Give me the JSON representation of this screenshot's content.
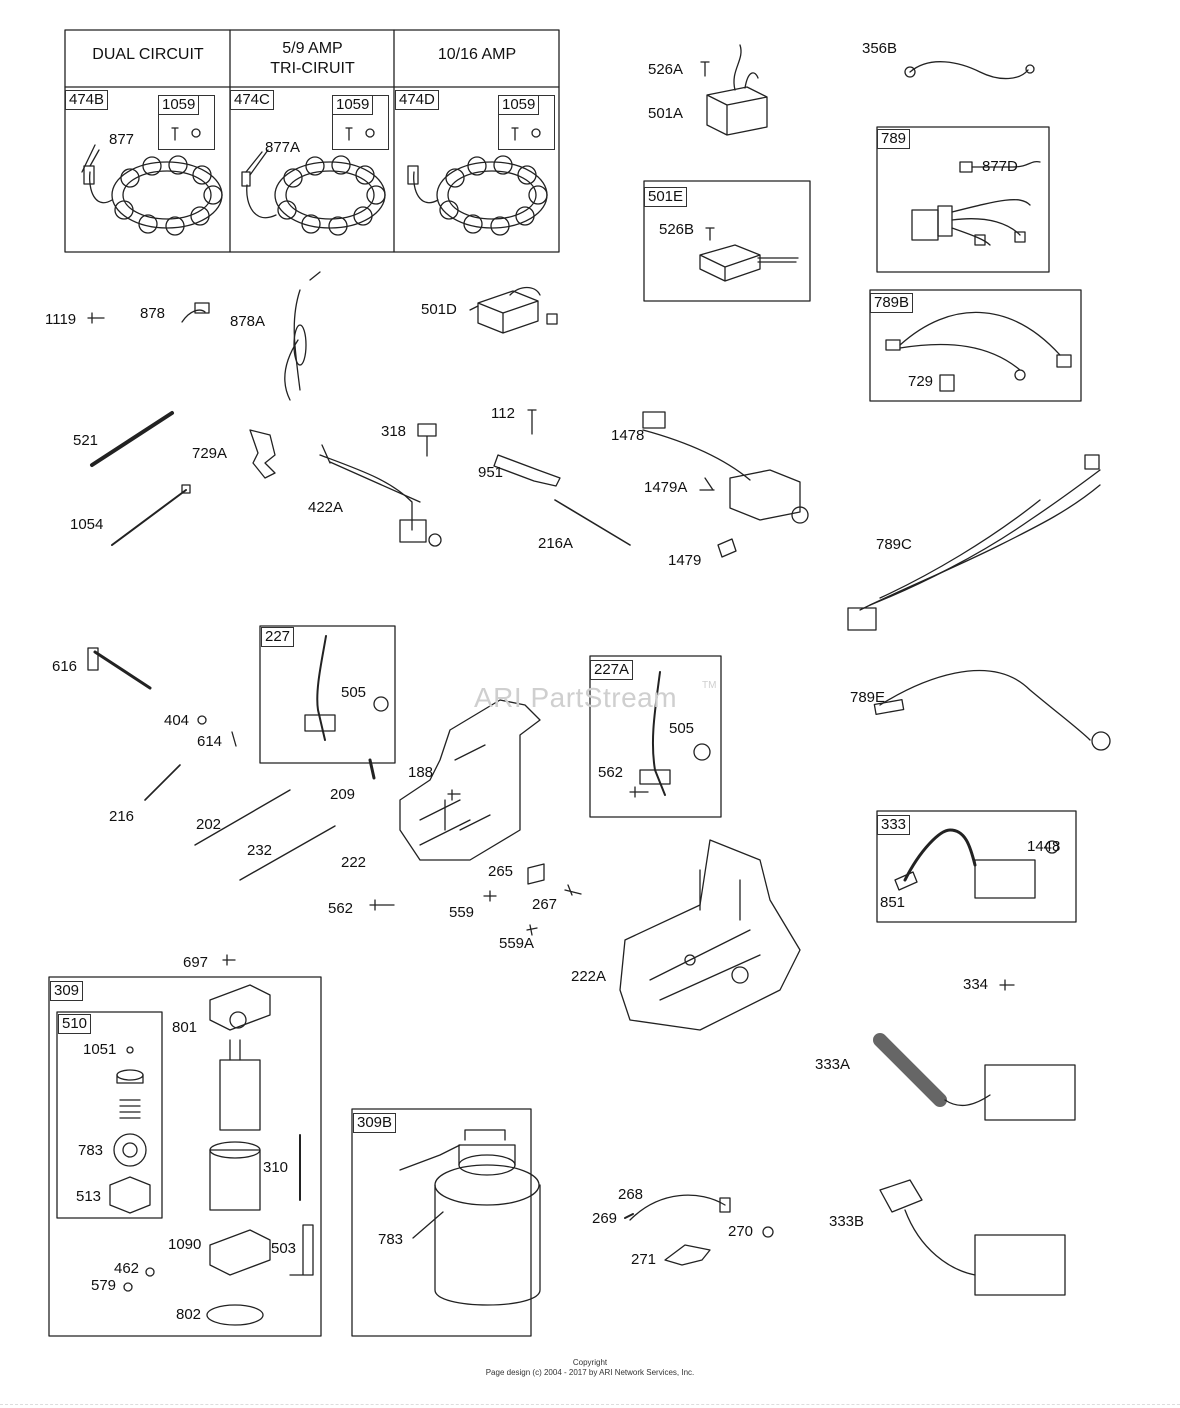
{
  "stator_headers": {
    "dual": "DUAL CIRCUIT",
    "tri_line1": "5/9     AMP",
    "tri_line2": "TRI-CIRUIT",
    "amp": "10/16 AMP"
  },
  "box_tags": {
    "t474B": "474B",
    "t474C": "474C",
    "t474D": "474D",
    "t1059a": "1059",
    "t1059b": "1059",
    "t1059c": "1059",
    "t501E": "501E",
    "t789": "789",
    "t789B": "789B",
    "t227": "227",
    "t227A": "227A",
    "t333": "333",
    "t309": "309",
    "t510": "510",
    "t309B": "309B"
  },
  "labels": {
    "p877": "877",
    "p877A": "877A",
    "p526A": "526A",
    "p501A": "501A",
    "p356B": "356B",
    "p877D": "877D",
    "p526B": "526B",
    "p1119": "1119",
    "p878": "878",
    "p878A": "878A",
    "p501D": "501D",
    "p729": "729",
    "p521": "521",
    "p729A": "729A",
    "p318": "318",
    "p112": "112",
    "p1478": "1478",
    "p951": "951",
    "p1479A": "1479A",
    "p1054": "1054",
    "p422A": "422A",
    "p216A": "216A",
    "p1479": "1479",
    "p789C": "789C",
    "p616": "616",
    "p505a": "505",
    "p404": "404",
    "p614": "614",
    "p505b": "505",
    "p562a": "562",
    "p789E": "789E",
    "p188": "188",
    "p209": "209",
    "p216": "216",
    "p202": "202",
    "p232": "232",
    "p222": "222",
    "p265": "265",
    "p562b": "562",
    "p559": "559",
    "p267": "267",
    "p559A": "559A",
    "p222A": "222A",
    "p1448": "1448",
    "p851": "851",
    "p697": "697",
    "p334": "334",
    "p801": "801",
    "p1051": "1051",
    "p333A": "333A",
    "p310": "310",
    "p783a": "783",
    "p513": "513",
    "p783b": "783",
    "p1090": "1090",
    "p503": "503",
    "p462": "462",
    "p579": "579",
    "p802": "802",
    "p268": "268",
    "p269": "269",
    "p270": "270",
    "p271": "271",
    "p333B": "333B"
  },
  "watermark": "ARI PartStream",
  "watermark_tm": "TM",
  "footer_line1": "Copyright",
  "footer_line2": "Page design (c) 2004 - 2017 by ARI Network Services, Inc."
}
